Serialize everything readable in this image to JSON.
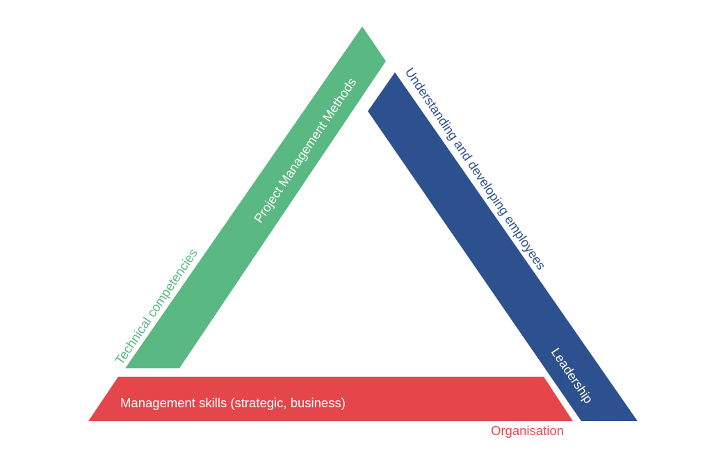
{
  "diagram": {
    "green_bar": {
      "inside_label": "Project Management Methods",
      "outside_label": "Technical competencies",
      "color": "#5ab882"
    },
    "blue_bar": {
      "inside_label": "Leadership",
      "outside_label": "Understanding and developing employees",
      "color": "#2d508f"
    },
    "red_bar": {
      "inside_label": "Management skills (strategic, business)",
      "outside_label": "Organisation",
      "color": "#e5464b"
    }
  }
}
